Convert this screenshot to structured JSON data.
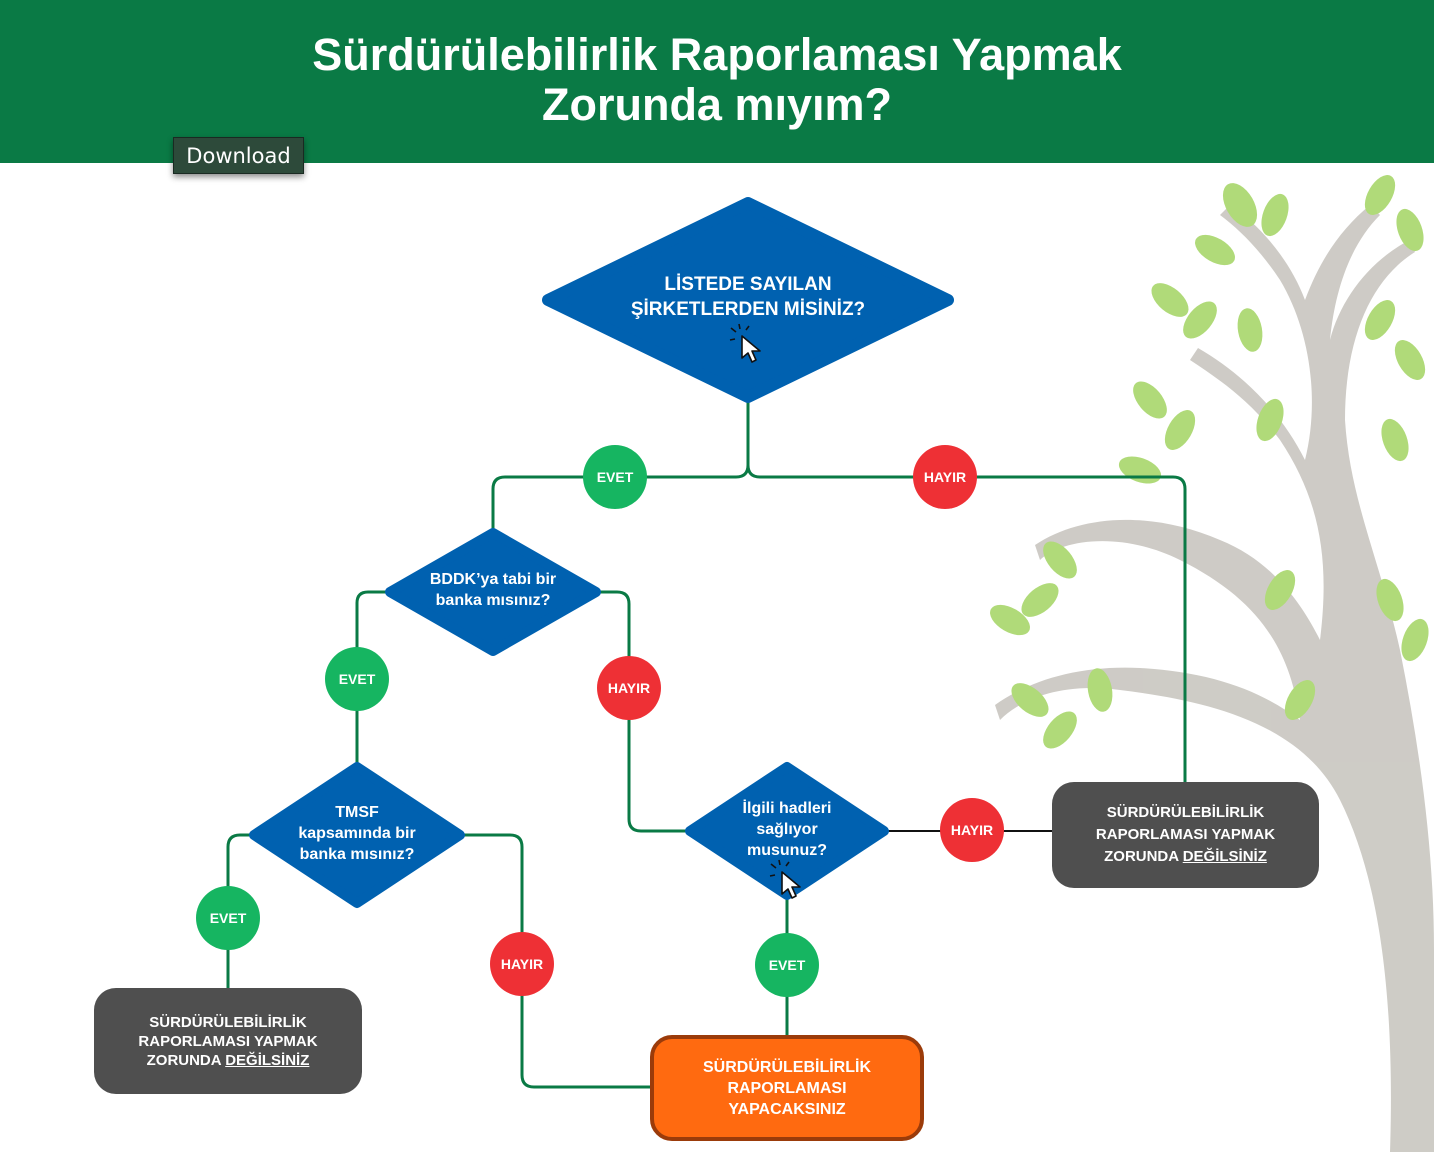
{
  "header": {
    "title_line1": "Sürdürülebilirlik Raporlaması Yapmak",
    "title_line2": "Zorunda mıyım?",
    "download_label": "Download"
  },
  "colors": {
    "header_green": "#0a7a45",
    "decision_blue": "#0061b0",
    "yes_green": "#16b561",
    "no_red": "#ee3035",
    "result_gray": "#4f4f4f",
    "result_orange": "#ff6a10",
    "connector_green": "#0a7a45"
  },
  "decisions": {
    "q1_line1": "LİSTEDE SAYILAN",
    "q1_line2": "ŞİRKETLERDEN MİSİNİZ?",
    "q2_line1": "BDDK’ya tabi bir",
    "q2_line2": "banka mısınız?",
    "q3_line1": "TMSF",
    "q3_line2": "kapsamında bir",
    "q3_line3": "banka mısınız?",
    "q4_line1": "İlgili hadleri",
    "q4_line2": "sağlıyor",
    "q4_line3": "musunuz?"
  },
  "answers": {
    "yes": "EVET",
    "no": "HAYIR"
  },
  "results": {
    "not_required_line1": "SÜRDÜRÜLEBİLİRLİK",
    "not_required_line2": "RAPORLAMASI YAPMAK",
    "not_required_prefix": "ZORUNDA",
    "not_required_emph": "DEĞİLSİNİZ",
    "required_line1": "SÜRDÜRÜLEBİLİRLİK",
    "required_line2": "RAPORLAMASI",
    "required_line3": "YAPACAKSINIZ"
  },
  "icons": [
    "tree-background",
    "cursor-click-icon"
  ]
}
